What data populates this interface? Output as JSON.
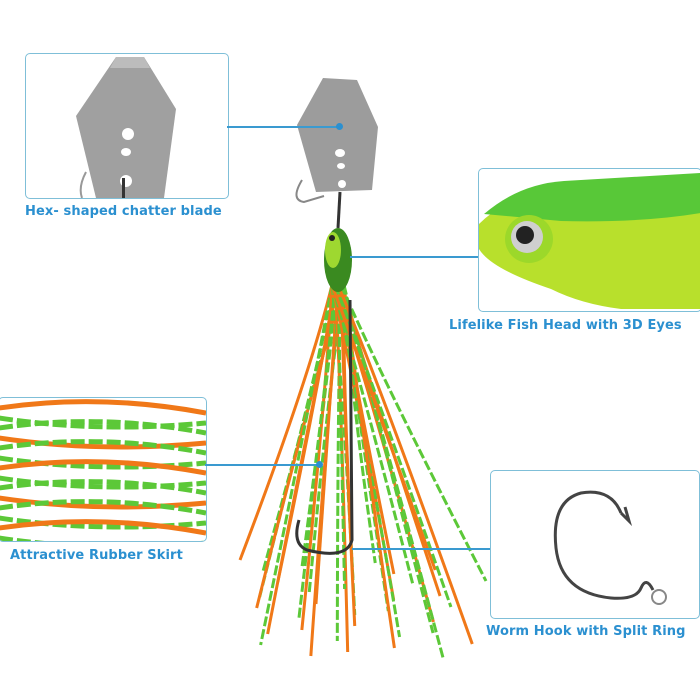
{
  "features": {
    "blade": {
      "label": "Hex- shaped chatter blade"
    },
    "head": {
      "label": "Lifelike Fish Head with 3D Eyes"
    },
    "skirt": {
      "label": "Attractive Rubber Skirt"
    },
    "hook": {
      "label": "Worm Hook with Split Ring"
    }
  },
  "colors": {
    "accent": "#2b90d0",
    "border": "#7fbfd8",
    "orange": "#f07818",
    "green": "#5cc838",
    "head": "#b8e030",
    "blade": "#9a9a9a"
  }
}
